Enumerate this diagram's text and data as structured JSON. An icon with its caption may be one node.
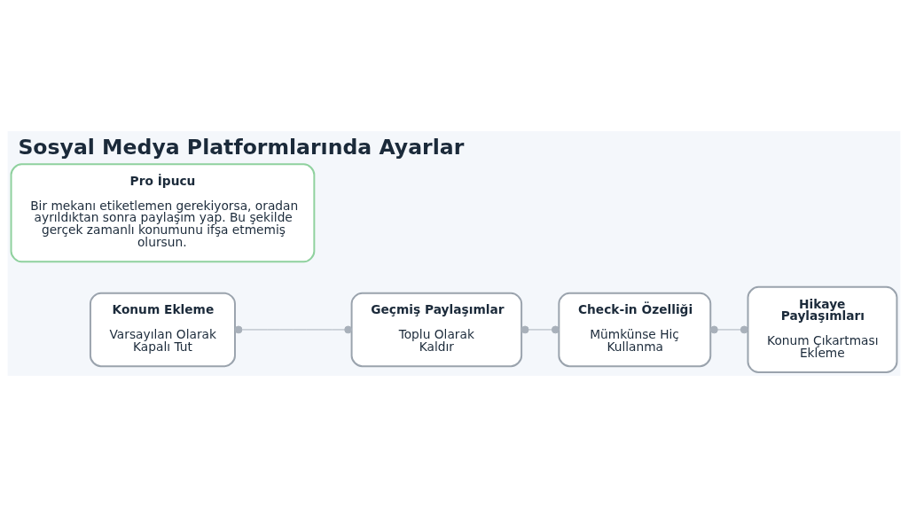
{
  "diagram": {
    "title": "Sosyal Medya Platformlarında Ayarlar",
    "nodes": [
      {
        "text": [
          "Konum Ekleme",
          "Varsayılan Olarak Kapalı Tut"
        ]
      },
      {
        "text": [
          "Geçmiş Paylaşımlar",
          "Toplu Olarak Kaldır"
        ]
      },
      {
        "text": [
          "Check-in Özelliği",
          "Mümkünse Hiç Kullanma"
        ]
      },
      {
        "text": [
          "Hikaye Paylaşımları",
          "Konum Çıkartması Ekleme"
        ]
      },
      {
        "text": [
          "Pro İpucu",
          "Bir mekanı etiketlemen gerekiyorsa, oradan ayrıldıktan sonra paylaşım yap. Bu şekilde gerçek zamanlı konumunu ifşa etmemiş olursun."
        ]
      }
    ],
    "edges": [
      {
        "from": 0,
        "to": 1,
        "arrow": "other"
      },
      {
        "from": 1,
        "to": 2,
        "arrow": "other"
      },
      {
        "from": 2,
        "to": 3,
        "arrow": "other"
      }
    ]
  }
}
